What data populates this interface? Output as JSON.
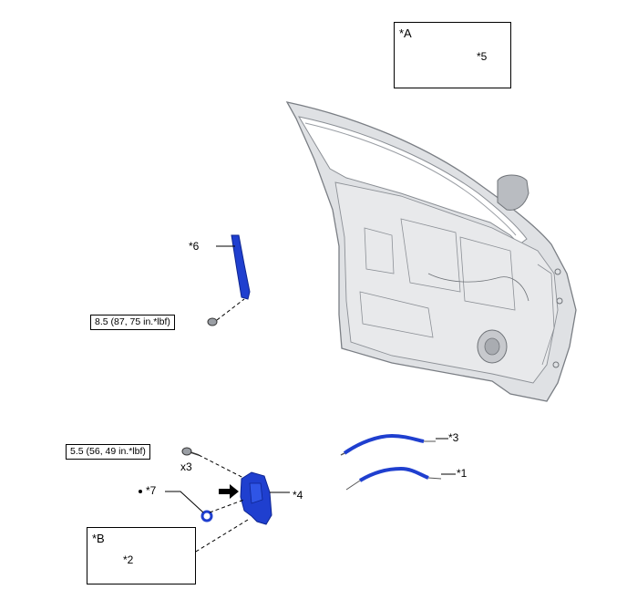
{
  "inset_a": {
    "label": "*A",
    "part_callout": "*5"
  },
  "inset_b": {
    "label": "*B",
    "part_callout": "*2"
  },
  "callouts": {
    "p1": "*1",
    "p3": "*3",
    "p4": "*4",
    "p6": "*6",
    "p7": "*7",
    "qty": "x3"
  },
  "torque": {
    "t1": "8.5 (87, 75 in.*lbf)",
    "t2": "5.5 (56, 49 in.*lbf)"
  },
  "colors": {
    "part_blue": "#1f3fcf",
    "door_gray": "#d4d6da",
    "outline": "#6f7378"
  }
}
